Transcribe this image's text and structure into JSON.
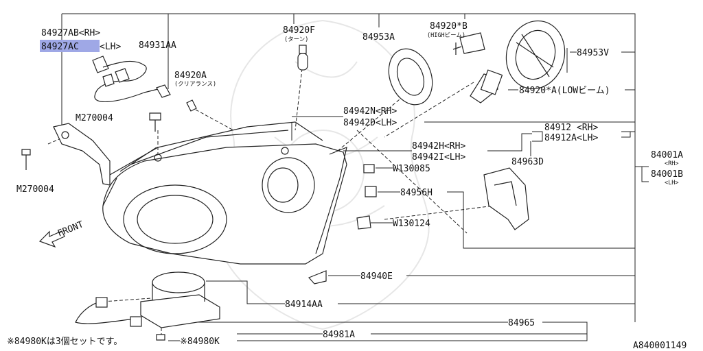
{
  "diagram": {
    "labels": {
      "p84927ab": "84927AB<RH>",
      "p84927ac": "84927AC",
      "p84927ac_side": "<LH>",
      "p84931aa": "84931AA",
      "p84920f": "84920F",
      "p84920f_sub": "(ターン)",
      "p84953a": "84953A",
      "p84920b": "84920*B",
      "p84920b_sub": "(HIGHビーム)",
      "p84953v": "84953V",
      "p84920a": "84920A",
      "p84920a_sub": "(クリアランス)",
      "p84920a_low": "84920*A(LOWビーム)",
      "m270004_top": "M270004",
      "p84942n": "84942N<RH>",
      "p84942d": "84942D<LH>",
      "p84912": "84912 <RH>",
      "p84912a": "84912A<LH>",
      "p84942h": "84942H<RH>",
      "p84942i": "84942I<LH>",
      "p84001a": "84001A",
      "p84001a_side": "<RH>",
      "p84001b": "84001B",
      "p84001b_side": "<LH>",
      "p84963d": "84963D",
      "w130085": "W130085",
      "m270004_left": "M270004",
      "p84956h": "84956H",
      "front": "FRONT",
      "w130124": "W130124",
      "p84940e": "84940E",
      "p84914aa": "84914AA",
      "p84965": "84965",
      "footnote": "※84980Kは3個セットです。",
      "p84980k": "※84980K",
      "p84981a": "84981A",
      "diagram_id": "A840001149"
    },
    "highlight_color": "#9fa8e6",
    "line_color": "#222222"
  }
}
